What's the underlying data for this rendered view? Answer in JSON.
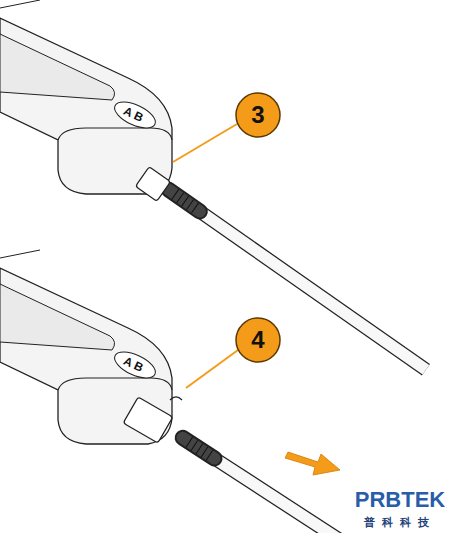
{
  "diagram": {
    "labels": [
      "3",
      "AB",
      "4",
      "AB",
      "PRBTEK",
      "普科科技"
    ]
  }
}
